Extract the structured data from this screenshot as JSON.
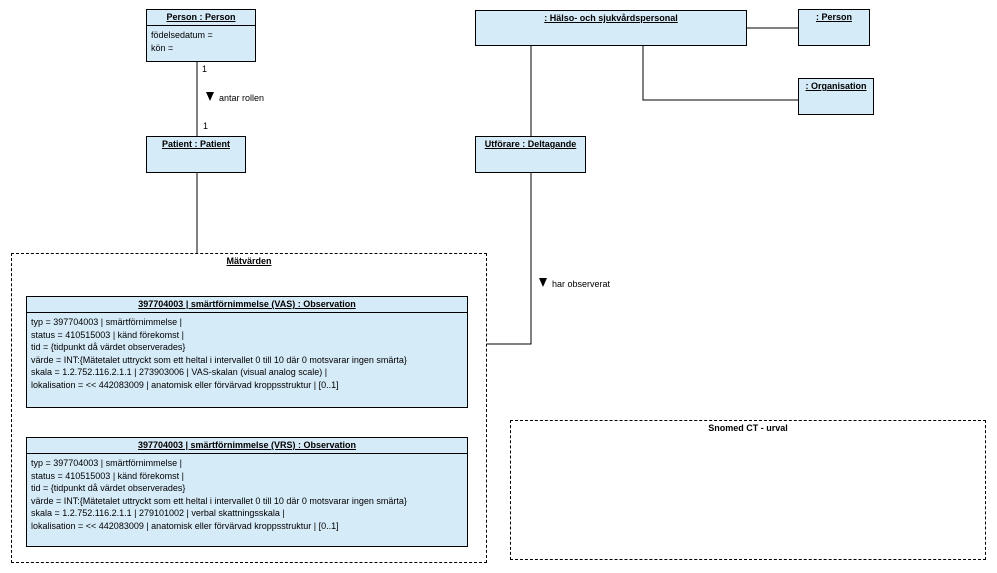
{
  "objects": {
    "person": {
      "title": "Person : Person",
      "attrs": [
        "födelsedatum =",
        "kön ="
      ]
    },
    "personal": {
      "title": ": Hälso- och sjukvårdspersonal"
    },
    "person2": {
      "title": ": Person"
    },
    "organisation": {
      "title": ": Organisation"
    },
    "patient": {
      "title": "Patient : Patient"
    },
    "utforare": {
      "title": "Utförare : Deltagande"
    },
    "obs_vas": {
      "title": "397704003 | smärtförnimmelse (VAS) : Observation",
      "attrs": [
        "typ = 397704003 | smärtförnimmelse |",
        "status = 410515003 | känd förekomst |",
        "tid = {tidpunkt då värdet observerades}",
        "värde = INT:{Mätetalet uttryckt som ett heltal i intervallet 0 till 10 där 0 motsvarar ingen smärta}",
        "skala = 1.2.752.116.2.1.1 | 273903006 | VAS-skalan (visual analog scale) |",
        "lokalisation = << 442083009 | anatomisk eller förvärvad kroppsstruktur | [0..1]"
      ]
    },
    "obs_vrs": {
      "title": "397704003 | smärtförnimmelse (VRS) : Observation",
      "attrs": [
        "typ = 397704003 | smärtförnimmelse |",
        "status = 410515003 | känd förekomst |",
        "tid = {tidpunkt då värdet observerades}",
        "värde = INT:{Mätetalet uttryckt som ett heltal i intervallet 0 till 10 där 0 motsvarar ingen smärta}",
        "skala = 1.2.752.116.2.1.1 | 279101002 | verbal skattningsskala |",
        "lokalisation = << 442083009 | anatomisk eller förvärvad kroppsstruktur | [0..1]"
      ]
    }
  },
  "frames": {
    "matvarden": {
      "title": "Mätvärden"
    },
    "snomed": {
      "title": "Snomed CT - urval"
    }
  },
  "associations": {
    "antar_rollen": {
      "label": "antar rollen",
      "mult_top": "1",
      "mult_bottom": "1"
    },
    "har_observerat": {
      "label": "har observerat"
    }
  },
  "colors": {
    "object_fill": "#d6ebf8",
    "line": "#000000"
  }
}
